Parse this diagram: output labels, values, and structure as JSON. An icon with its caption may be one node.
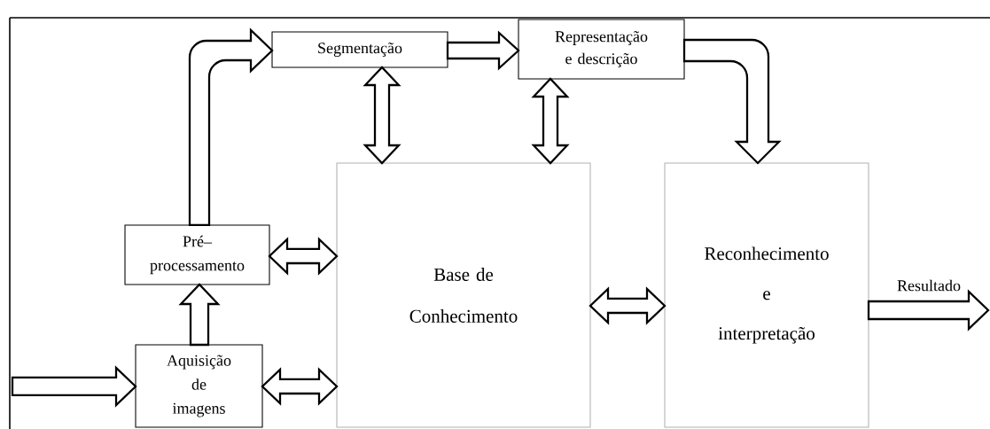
{
  "diagram": {
    "nodes": [
      {
        "text": [
          "Segmentação"
        ]
      },
      {
        "text": [
          "Representação e descrição"
        ]
      },
      {
        "text": [
          "Pré– processamento"
        ]
      },
      {
        "text": [
          "Aquisição de imagens"
        ]
      },
      {
        "text": [
          "Base de Conhecimento"
        ]
      },
      {
        "text": [
          "Reconhecimento e interpretação"
        ]
      }
    ],
    "edges": [
      {
        "from": null,
        "to": 3,
        "arrow": "to"
      },
      {
        "from": 3,
        "to": 2,
        "arrow": "to"
      },
      {
        "from": 2,
        "to": 0,
        "arrow": "to"
      },
      {
        "from": 0,
        "to": 1,
        "arrow": "to"
      },
      {
        "from": 1,
        "to": 5,
        "arrow": "to"
      },
      {
        "from": 0,
        "to": 4,
        "arrow": "both"
      },
      {
        "from": 1,
        "to": 4,
        "arrow": "both"
      },
      {
        "from": 2,
        "to": 4,
        "arrow": "both"
      },
      {
        "from": 3,
        "to": 4,
        "arrow": "both"
      },
      {
        "from": 4,
        "to": 5,
        "arrow": "both"
      },
      {
        "from": 5,
        "to": null,
        "arrow": "to",
        "label": "Resultado"
      }
    ]
  }
}
